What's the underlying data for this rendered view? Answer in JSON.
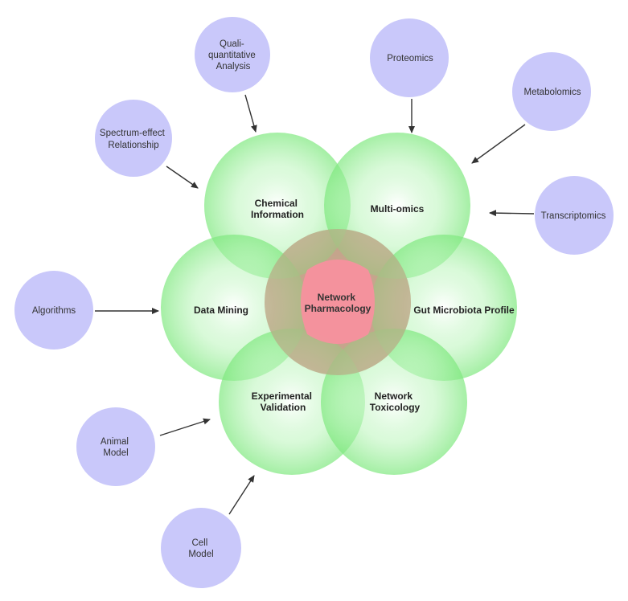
{
  "center": {
    "label_lines": [
      "Network",
      "Pharmacology"
    ]
  },
  "domains": {
    "chemical_information": {
      "label_lines": [
        "Chemical",
        "Information"
      ]
    },
    "multi_omics": {
      "label_lines": [
        "Multi-omics"
      ]
    },
    "data_mining": {
      "label_lines": [
        "Data Mining"
      ]
    },
    "gut_microbiota_profile": {
      "label_lines": [
        "Gut Microbiota Profile"
      ]
    },
    "experimental_validation": {
      "label_lines": [
        "Experimental",
        "Validation"
      ]
    },
    "network_toxicology": {
      "label_lines": [
        "Network",
        "Toxicology"
      ]
    }
  },
  "methods": {
    "quali_quantitative_analysis": {
      "label_lines": [
        "Quali-",
        "quantitative",
        "Analysis"
      ]
    },
    "spectrum_effect_relationship": {
      "label_lines": [
        "Spectrum-effect",
        "Relationship"
      ]
    },
    "proteomics": {
      "label_lines": [
        "Proteomics"
      ]
    },
    "metabolomics": {
      "label_lines": [
        "Metabolomics"
      ]
    },
    "transcriptomics": {
      "label_lines": [
        "Transcriptomics"
      ]
    },
    "algorithms": {
      "label_lines": [
        "Algorithms"
      ]
    },
    "animal_model": {
      "label_lines": [
        "Animal",
        "Model"
      ]
    },
    "cell_model": {
      "label_lines": [
        "Cell",
        "Model"
      ]
    }
  },
  "colors": {
    "domain_fill": "#7ee87e",
    "center_fill": "#c8a58c",
    "center_core": "#f7909e",
    "satellite_fill": "#c9c8fa",
    "arrow": "#333333"
  }
}
